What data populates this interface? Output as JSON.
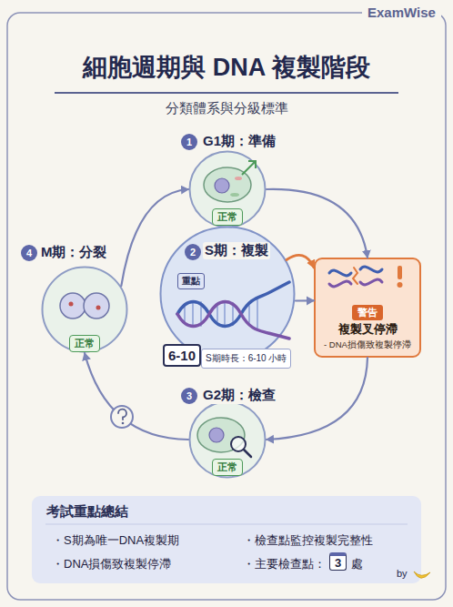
{
  "diagram": {
    "title": "細胞週期與 DNA 複製階段",
    "nodes": [
      {
        "text": [
          "1",
          "G1期：準備",
          "正常"
        ]
      },
      {
        "text": [
          "2",
          "S期：複製",
          "重點",
          "6-10",
          "S期時長：6-10 小時"
        ]
      },
      {
        "text": [
          "警告",
          "複製叉停滯",
          "- DNA損傷致複製停滯"
        ]
      },
      {
        "text": [
          "3",
          "G2期：檢查",
          "正常"
        ]
      },
      {
        "text": [
          "4",
          "M期：分裂",
          "正常"
        ]
      },
      {
        "text": [
          "考試重點總結",
          "・S期為唯一DNA複製期",
          "・檢查點監控複製完整性",
          "・DNA損傷致複製停滯",
          "・主要檢查點：",
          "3",
          "處"
        ]
      }
    ],
    "edges": [
      {
        "from": 0,
        "to": 2,
        "arrow": "to"
      },
      {
        "from": 1,
        "to": 2,
        "arrow": "to"
      },
      {
        "from": 1,
        "to": 2,
        "arrow": "to"
      },
      {
        "from": 2,
        "to": 3,
        "arrow": "to"
      },
      {
        "from": 3,
        "to": 4,
        "arrow": "to"
      },
      {
        "from": 4,
        "to": 0,
        "arrow": "to"
      }
    ],
    "labels": [
      "ExamWise",
      "分類體系與分級標準",
      "by"
    ]
  }
}
